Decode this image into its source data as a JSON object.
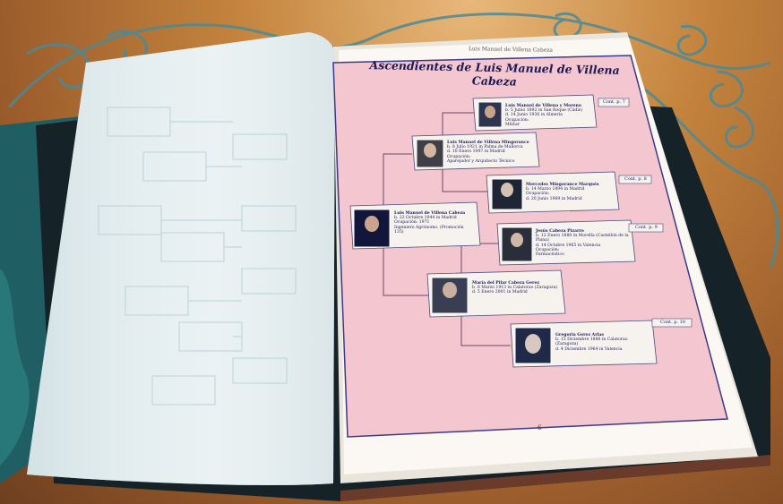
{
  "book": {
    "running_title": "Luis Manuel de Villena Cabeza",
    "page_title": "Ascendientes de Luis Manuel de Villena Cabeza",
    "page_number": "6"
  },
  "people": [
    {
      "id": "p1",
      "name": "Luis Manuel de Villena y Moreno",
      "lines": [
        "b. 5 Junio 1892 in San Roque (Cádiz)",
        "d. 14 Junio 1936 in Almería",
        "Ocupación:",
        "Militar"
      ],
      "cont": "Cont. p. 7"
    },
    {
      "id": "p2",
      "name": "Luis Manuel de Villena Mingorance",
      "lines": [
        "b. 8 Julio 1921 in Palma de Mallorca",
        "d. 10 Enero 1997 in Madrid",
        "Ocupación:",
        "Aparejador y Arquitecto Técnico"
      ],
      "cont": ""
    },
    {
      "id": "p3",
      "name": "Mercedes Mingorance Marqués",
      "lines": [
        "b. 14 Marzo 1894 in Madrid",
        "Ocupación:",
        "d. 20 Junio 1969 in Madrid"
      ],
      "cont": "Cont. p. 8"
    },
    {
      "id": "p4",
      "name": "Luis Manuel de Villena Cabeza",
      "lines": [
        "b. 22 Octubre 1944 in Madrid",
        "Ocupación: 1971",
        "Ingeniero Agrónomo. (Promoción",
        "135)"
      ],
      "cont": ""
    },
    {
      "id": "p5",
      "name": "Jesús Cabeza Pizarro",
      "lines": [
        "b. 12 Enero 1880 in Morella (Castellón de la Plana)",
        "d. 14 Octubre 1965 in Valencia",
        "Ocupación:",
        "Farmacéutico"
      ],
      "cont": "Cont. p. 9"
    },
    {
      "id": "p6",
      "name": "María del Pilar Cabeza Gerez",
      "lines": [
        "b. 8 Marzo 1913 in Calatorao (Zaragoza)",
        "d. 5 Enero 2001 in Madrid"
      ],
      "cont": ""
    },
    {
      "id": "p7",
      "name": "Gregoria Gerez Arlas",
      "lines": [
        "b. 15 Diciembre 1886 in Calatorao",
        "(Zaragoza)",
        "d. 4 Diciembre 1964 in Valencia"
      ],
      "cont": "Cont. p. 10"
    }
  ],
  "colors": {
    "page_pink": "#f4c6cf",
    "page_border": "#3a3a8a",
    "card_bg": "#f6f2ee",
    "text_navy": "#1c1a55"
  }
}
